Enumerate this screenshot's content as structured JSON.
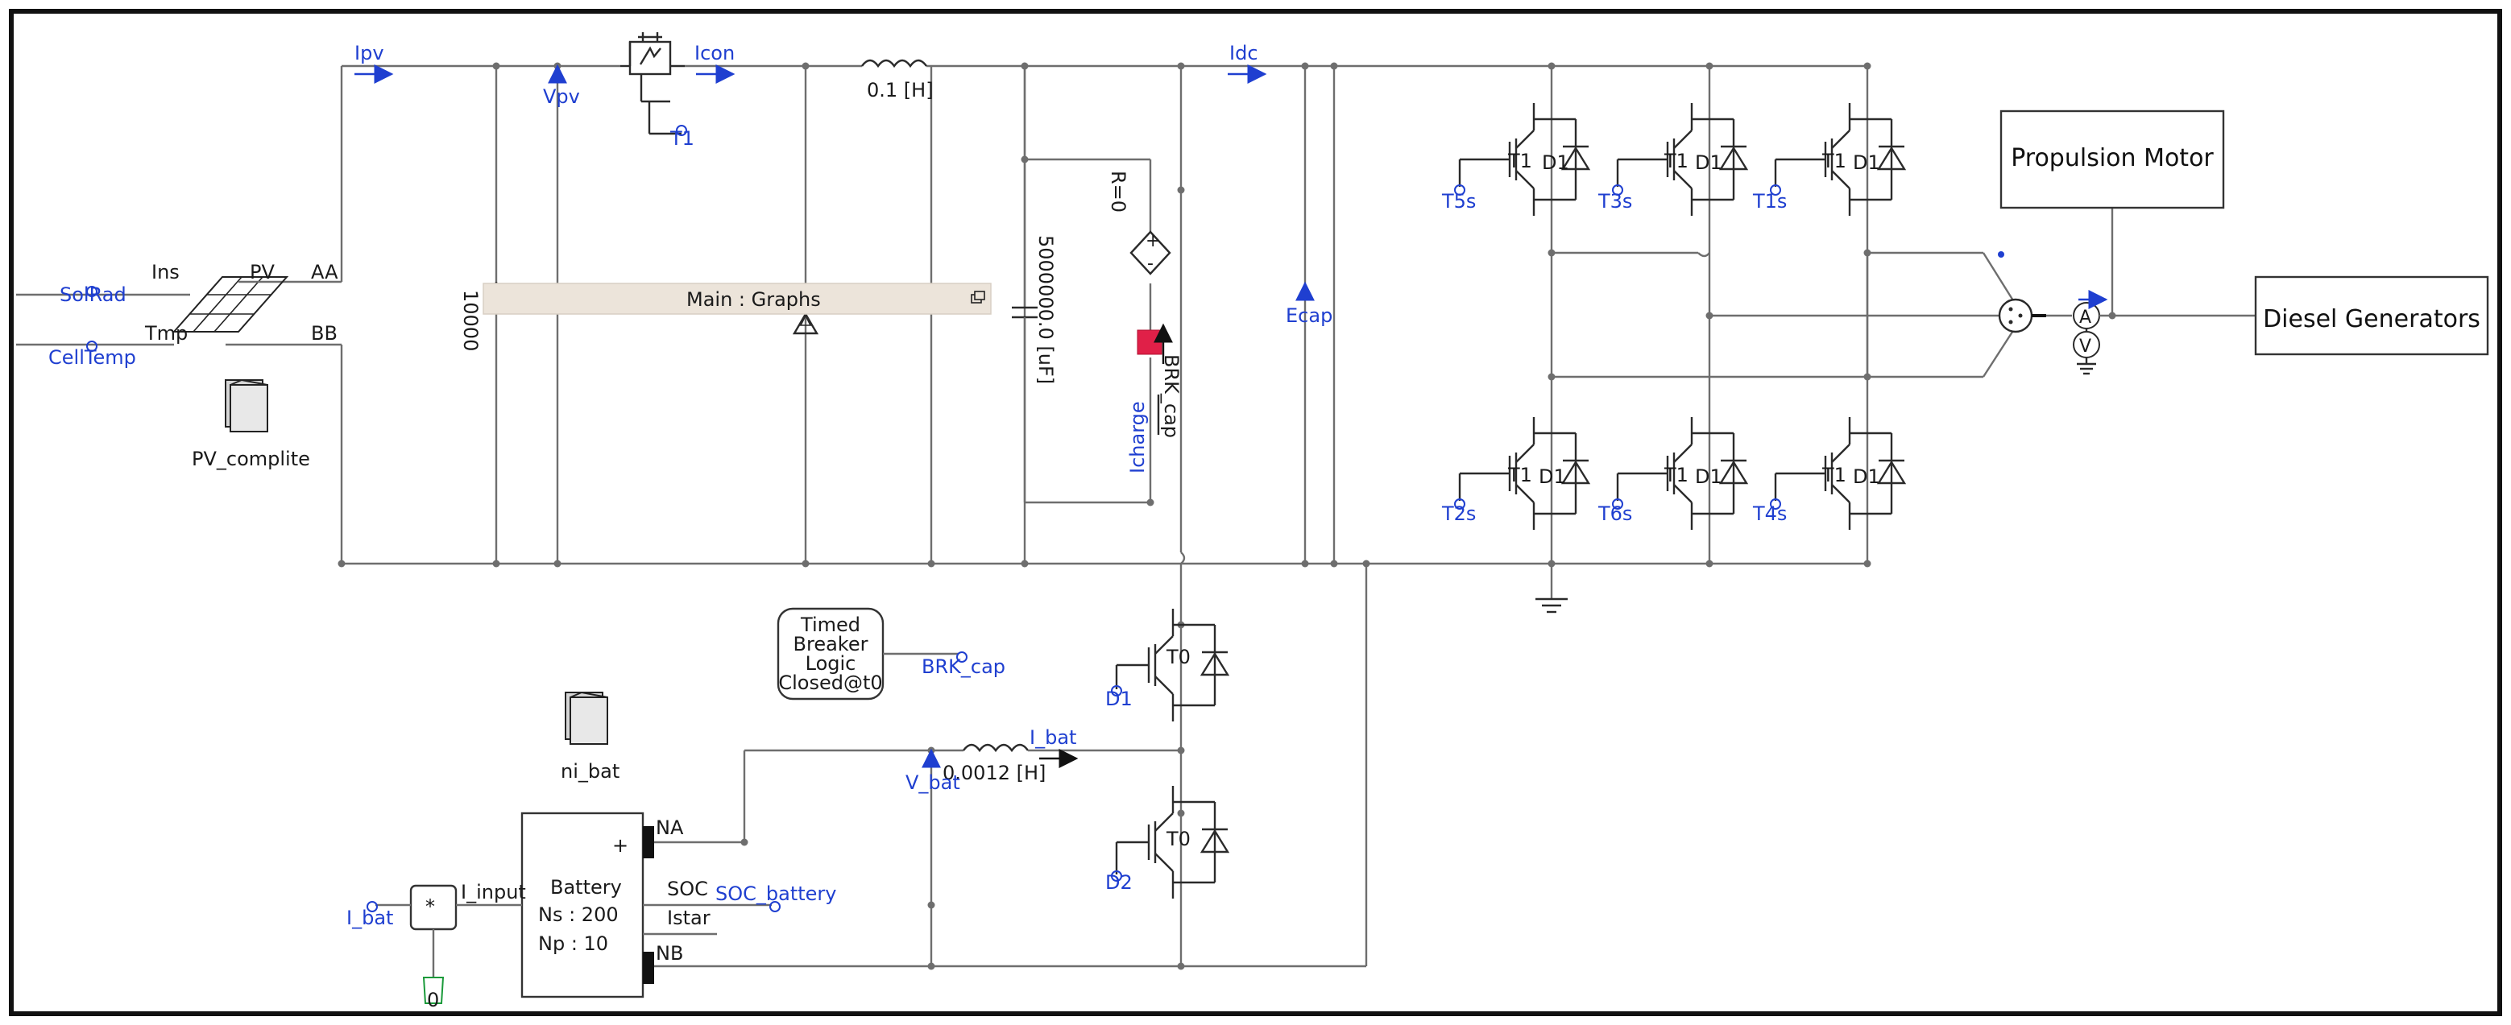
{
  "labels": {
    "ipv": "Ipv",
    "vpv": "Vpv",
    "icon": "Icon",
    "t1": "T1",
    "inductor_main": "0.1 [H]",
    "idc": "Idc",
    "r0": "R=0",
    "cap_value": "5000000.0 [uF]",
    "brk_cap_sw": "BRK_cap",
    "icharge": "Icharge",
    "ecap": "Ecap",
    "v10000": "10000",
    "graphs_title": "Main : Graphs",
    "solrad": "SolRad",
    "celltemp": "CellTemp",
    "ins": "Ins",
    "tmp": "Tmp",
    "pv": "PV",
    "aa": "AA",
    "bb": "BB",
    "pv_module": "PV_complite",
    "ni_bat": "ni_bat",
    "timed_line1": "Timed",
    "timed_line2": "Breaker",
    "timed_line3": "Logic",
    "timed_line4": "Closed@t0",
    "brk_cap_out": "BRK_cap",
    "d1": "D1",
    "d2": "D2",
    "t0_top": "T0",
    "t0_bottom": "T0",
    "i_bat_wire": "I_bat",
    "v_bat": "V_bat",
    "inductor_bat": "0.0012 [H]",
    "na": "NA",
    "nb": "NB",
    "soc": "SOC",
    "istar": "Istar",
    "soc_battery": "SOC_battery",
    "i_input": "I_input",
    "battery": "Battery",
    "ns": "Ns : 200",
    "np": "Np :  10",
    "plus": "+",
    "mult": "*",
    "i_bat_in": "I_bat",
    "zero": "0",
    "propulsion": "Propulsion Motor",
    "diesel": "Diesel Generators",
    "t5s": "T5s",
    "t3s": "T3s",
    "t1s": "T1s",
    "t2s": "T2s",
    "t6s": "T6s",
    "t4s": "T4s",
    "igbt_t1": "T1",
    "igbt_d1": "D1",
    "meter_a": "A",
    "meter_v": "V"
  }
}
